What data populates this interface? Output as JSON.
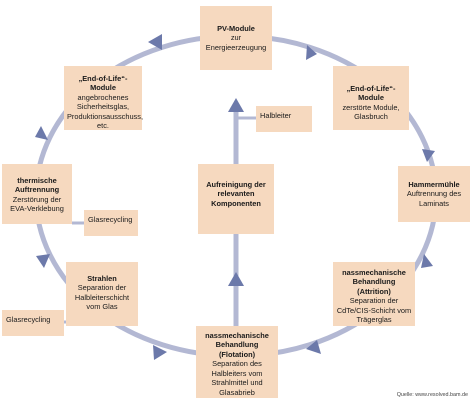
{
  "nodes": {
    "pv": {
      "title": "PV-Module",
      "desc": "zur Energieerzeugung"
    },
    "eol_right": {
      "title": "„End-of-Life“-Module",
      "desc": "zerstörte Module, Glasbruch"
    },
    "hammer": {
      "title": "Hammermühle",
      "desc": "Auftrennung des Laminats"
    },
    "attrition": {
      "title": "nassmechanische Behandlung (Attrition)",
      "desc": "Separation der CdTe/CIS-Schicht vom Trägerglas"
    },
    "flotation": {
      "title": "nassmechanische Behandlung (Flotation)",
      "desc": "Separation des Halbleiters vom Strahlmittel und Glasabrieb"
    },
    "strahlen": {
      "title": "Strahlen",
      "desc": "Separation der Halbleiterschicht vom Glas"
    },
    "thermisch": {
      "title": "thermische Auftrennung",
      "desc": "Zerstörung der EVA-Verklebung"
    },
    "eol_left": {
      "title": "„End-of-Life“-Module",
      "desc": "angebrochenes Sicherheitsglas, Produktionsausschuss, etc."
    },
    "center": {
      "title": "Aufreinigung der relevanten Komponenten",
      "desc": ""
    }
  },
  "outputs": {
    "halbleiter": "Halbleiter",
    "glasrecycling_1": "Glasrecycling",
    "glasrecycling_2": "Glasrecycling"
  },
  "source": "Quelle: www.resolved.bam.de",
  "colors": {
    "box": "#f6d9bf",
    "ring": "#b3b8d3",
    "arrow": "#6c79aa"
  }
}
